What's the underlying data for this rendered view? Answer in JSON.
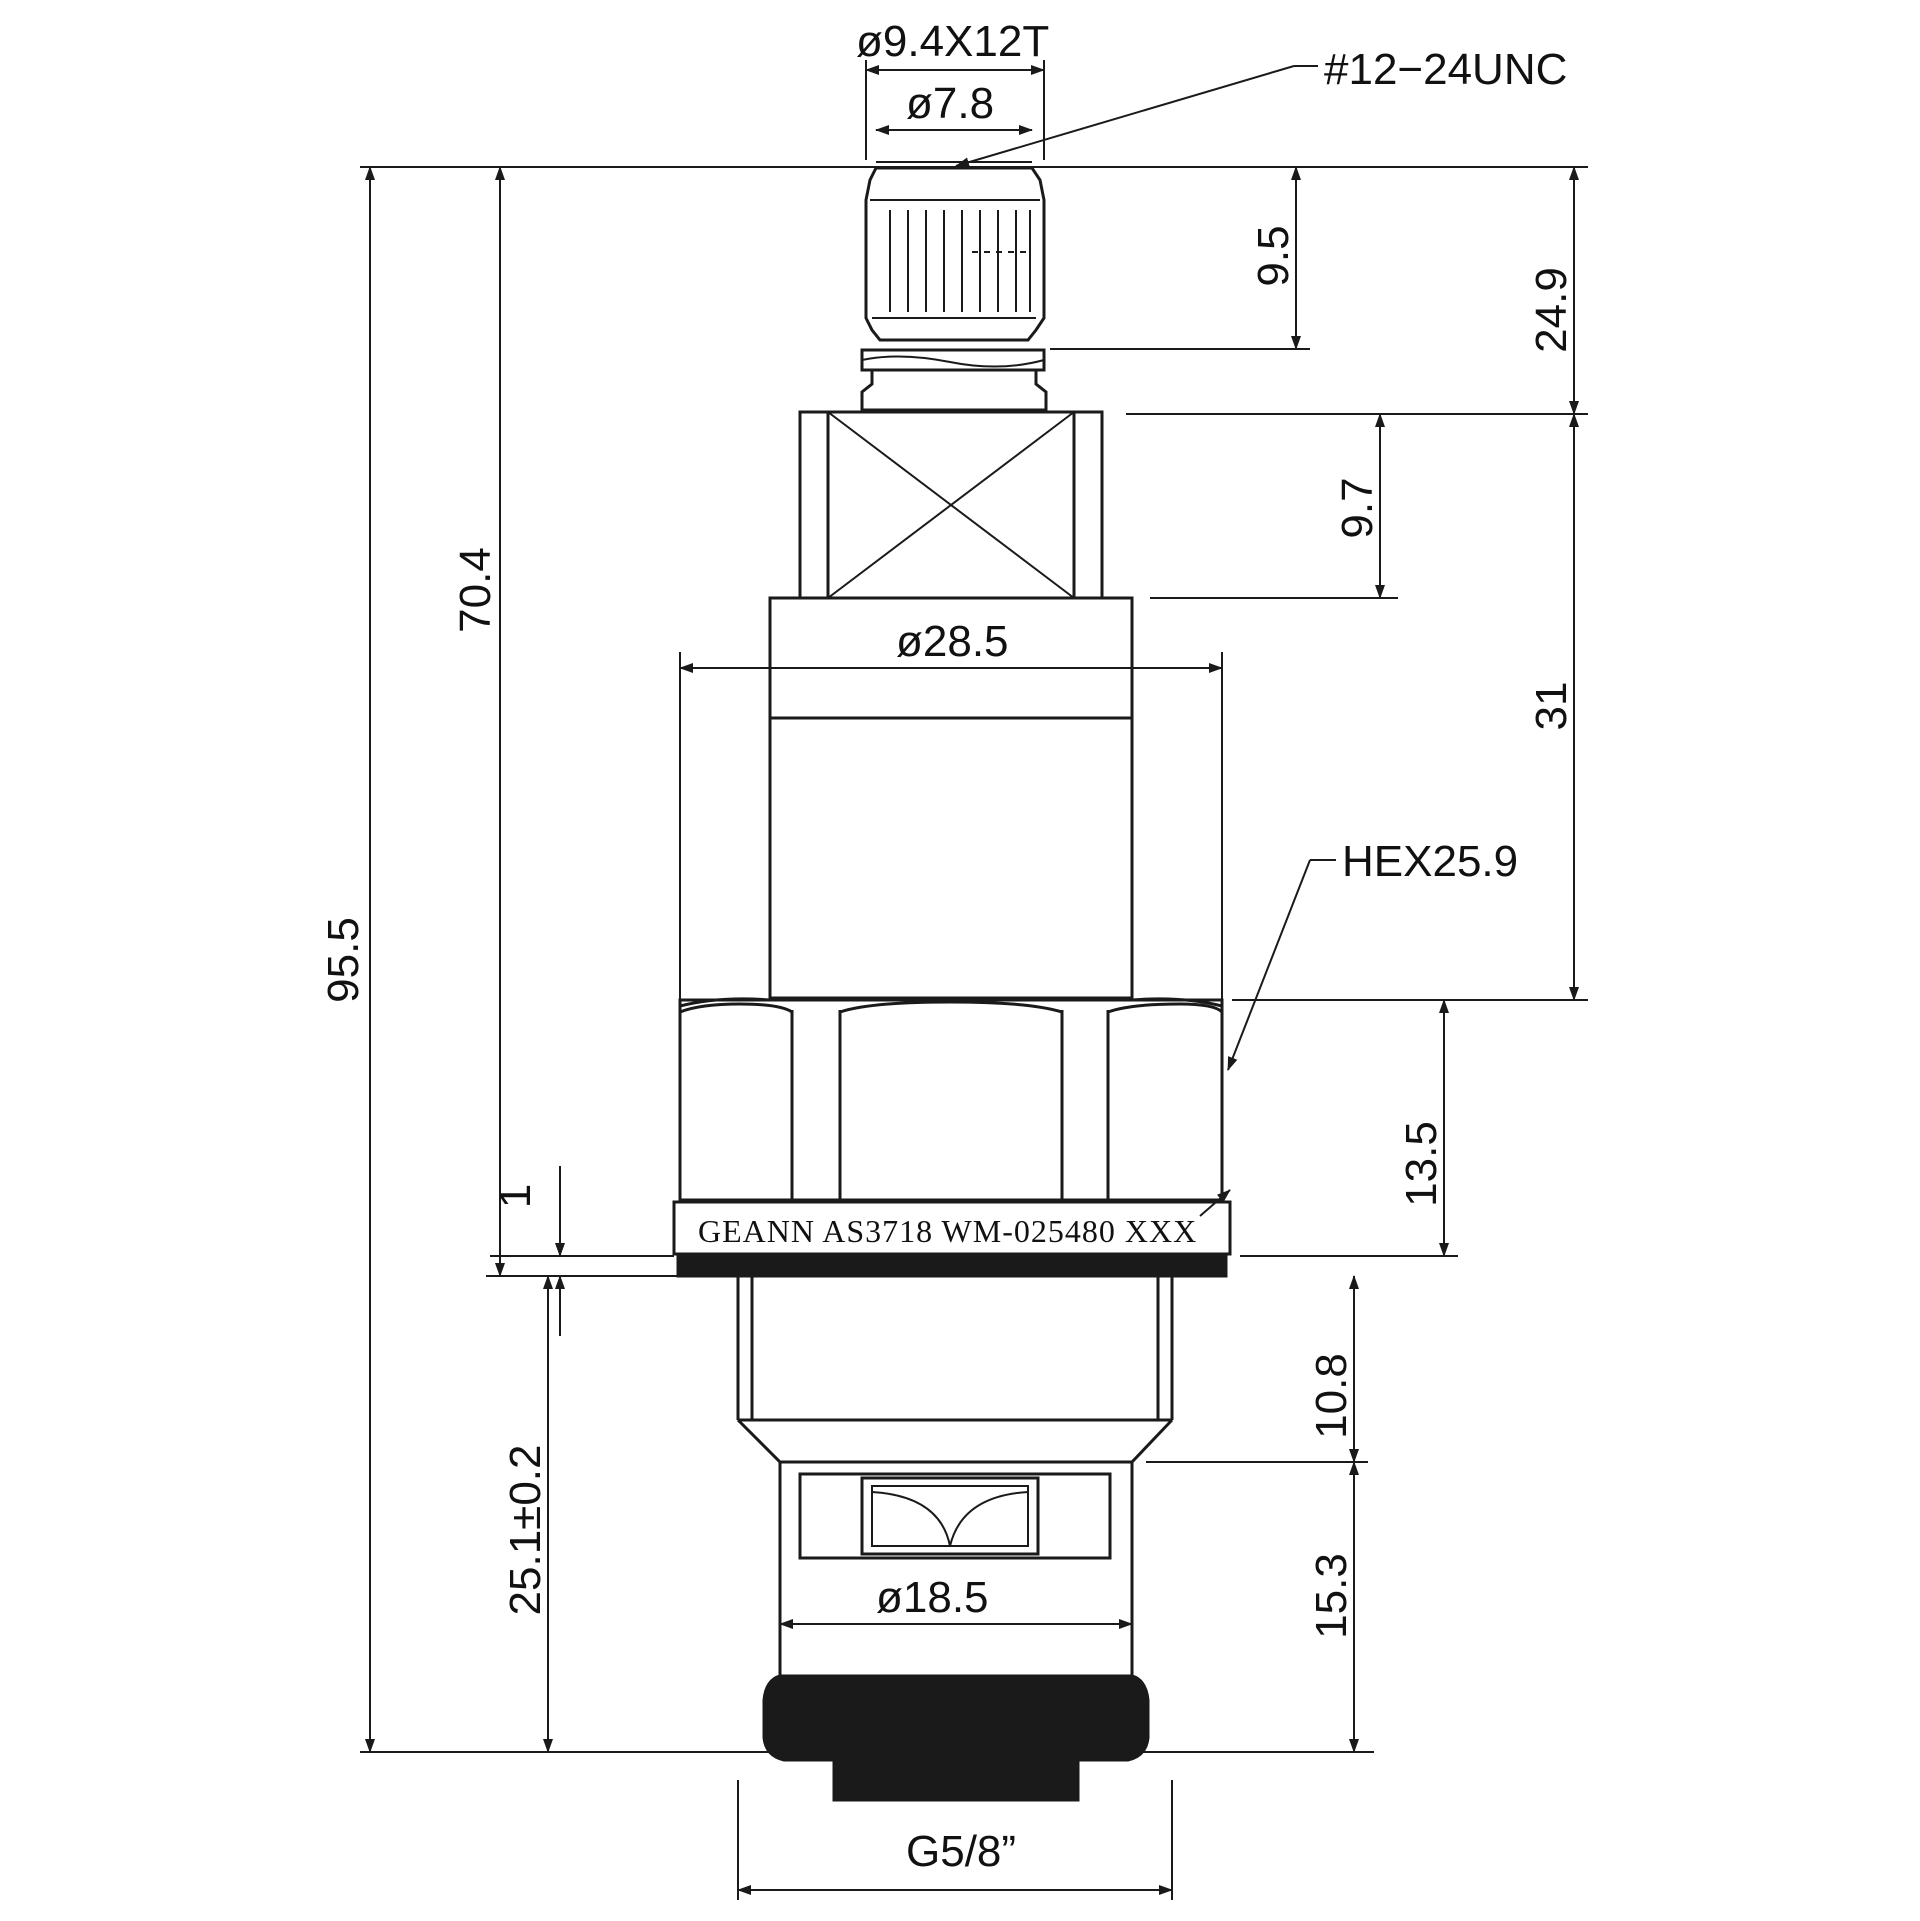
{
  "drawing": {
    "stem_spline": "ø9.4X12T",
    "stem_diameter": "ø7.8",
    "stem_thread": "#12−24UNC",
    "body_diameter": "ø28.5",
    "hex_size": "HEX25.9",
    "marking": "GEANN  AS3718  WM-025480  XXX",
    "seat_diameter": "ø18.5",
    "base_thread": "G5/8”",
    "dim_total_length": "95.5",
    "dim_upper_length": "70.4",
    "dim_lower_length": "25.1±0.2",
    "dim_washer": "1",
    "dim_spline_length": "9.5",
    "dim_stem_length": "24.9",
    "dim_square_length": "9.7",
    "dim_body_length": "31",
    "dim_hex_length": "13.5",
    "dim_thread_length": "10.8",
    "dim_seat_length": "15.3"
  }
}
